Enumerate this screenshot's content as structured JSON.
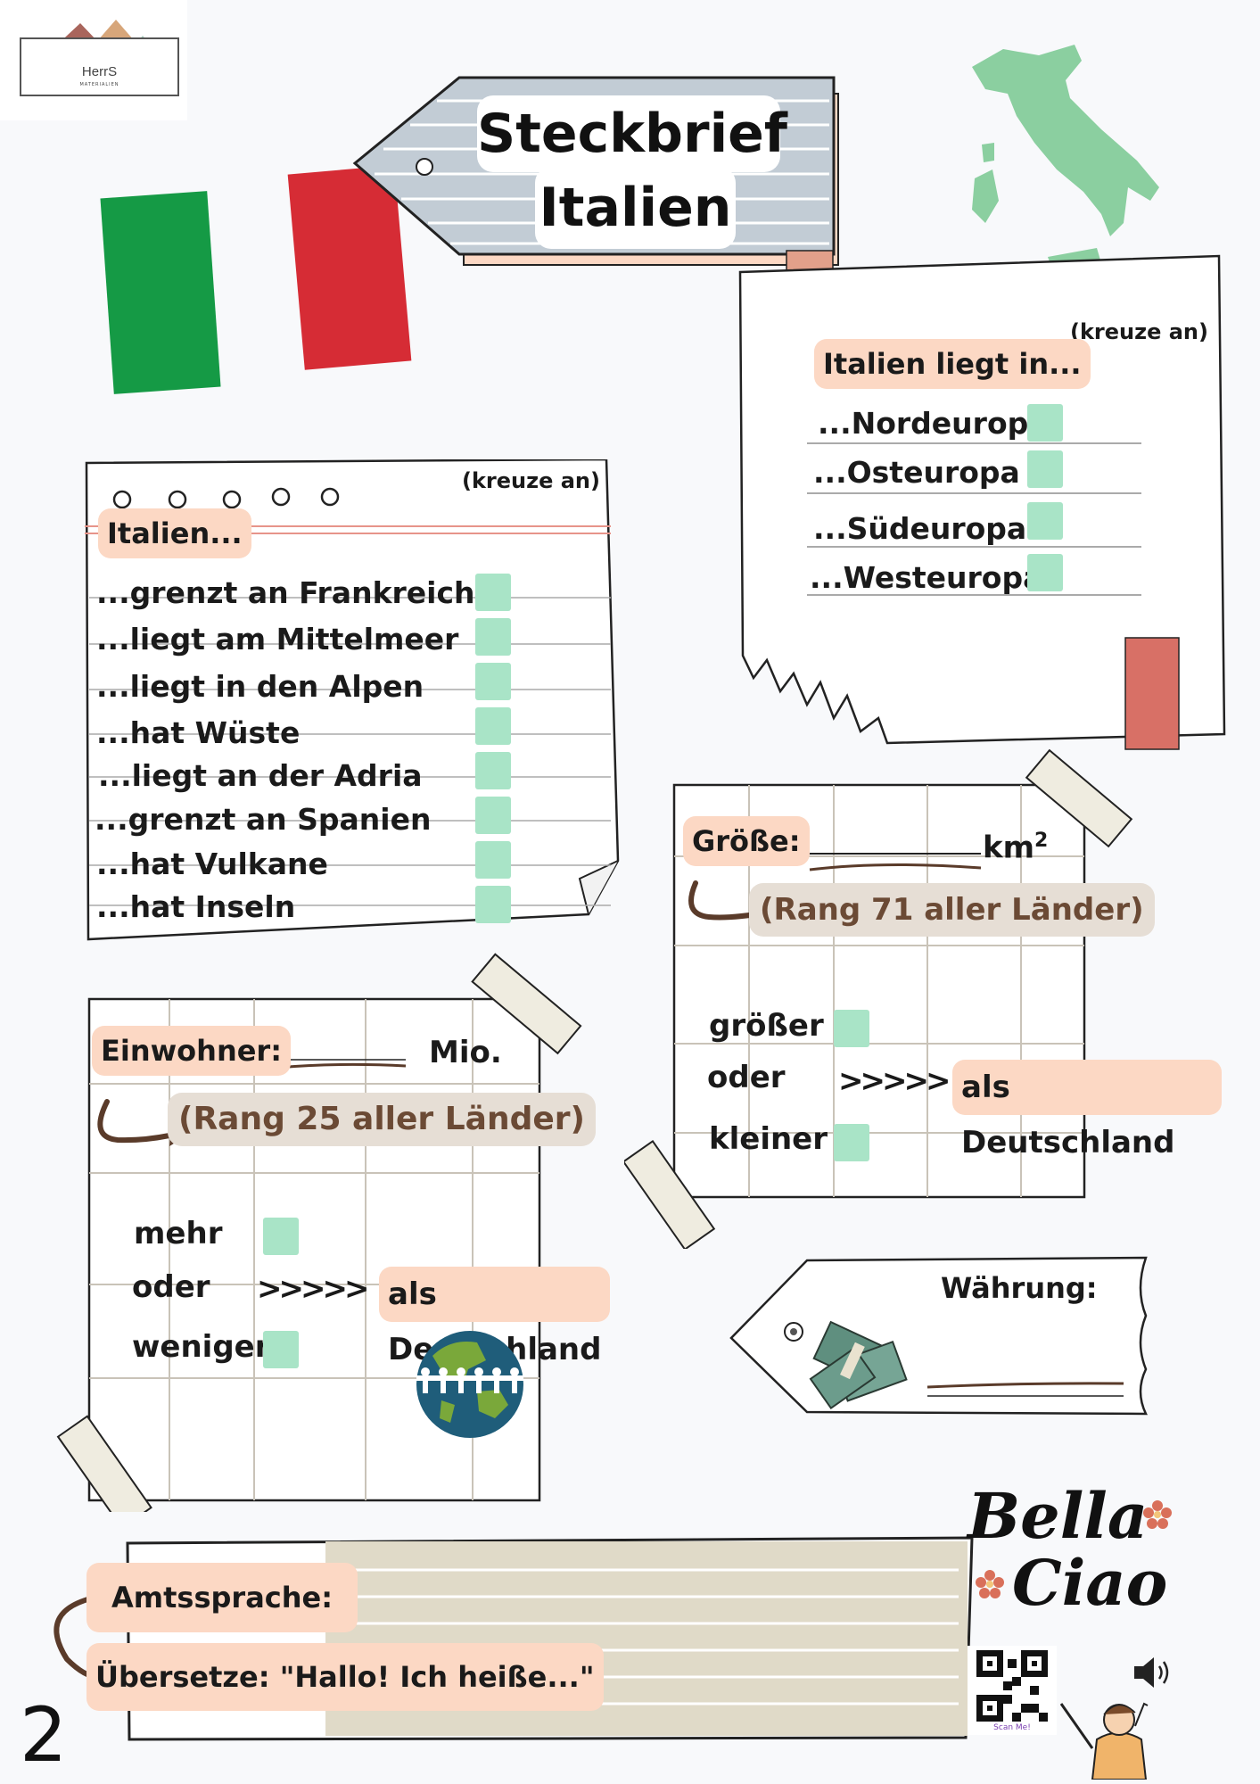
{
  "logo": {
    "name": "HerrS",
    "tagline": "MATERIALIEN"
  },
  "title": {
    "line1": "Steckbrief",
    "line2": "Italien"
  },
  "lage": {
    "hint": "(kreuze an)",
    "label": "Italien liegt in...",
    "options": [
      "...Nordeuropa",
      "...Osteuropa",
      "...Südeuropa",
      "...Westeuropa"
    ]
  },
  "eigenschaften": {
    "hint": "(kreuze an)",
    "label": "Italien...",
    "options": [
      "...grenzt an Frankreich",
      "...liegt am Mittelmeer",
      "...liegt in den Alpen",
      "...hat Wüste",
      "...liegt an der Adria",
      "...grenzt an Spanien",
      "...hat Vulkane",
      "...hat Inseln"
    ]
  },
  "groesse": {
    "label": "Größe:",
    "unit": "km",
    "unit_exp": "2",
    "rank": "(Rang 71 aller Länder)",
    "more": "größer",
    "or": "oder",
    "less": "kleiner",
    "arrows": ">>>>>",
    "compare": "als Deutschland"
  },
  "einwohner": {
    "label": "Einwohner:",
    "unit": "Mio.",
    "rank": "(Rang 25 aller Länder)",
    "more": "mehr",
    "or": "oder",
    "less": "weniger",
    "arrows": ">>>>>",
    "compare": "als Deutschland"
  },
  "waehrung": {
    "label": "Währung:"
  },
  "sprache": {
    "label": "Amtssprache:",
    "translate": "Übersetze: \"Hallo! Ich heiße...\""
  },
  "bella": {
    "line1": "Bella",
    "line2": "Ciao"
  },
  "qr": {
    "caption": "Scan Me!"
  },
  "page_number": "2",
  "colors": {
    "flag_green": "#159a45",
    "flag_red": "#d62c35",
    "map_green": "#8bcfa0",
    "check_green": "#a9e4c7",
    "label_pink": "#fcd8c4",
    "label_beige": "#e6ded5",
    "tag_gray": "#c2ccd5"
  }
}
